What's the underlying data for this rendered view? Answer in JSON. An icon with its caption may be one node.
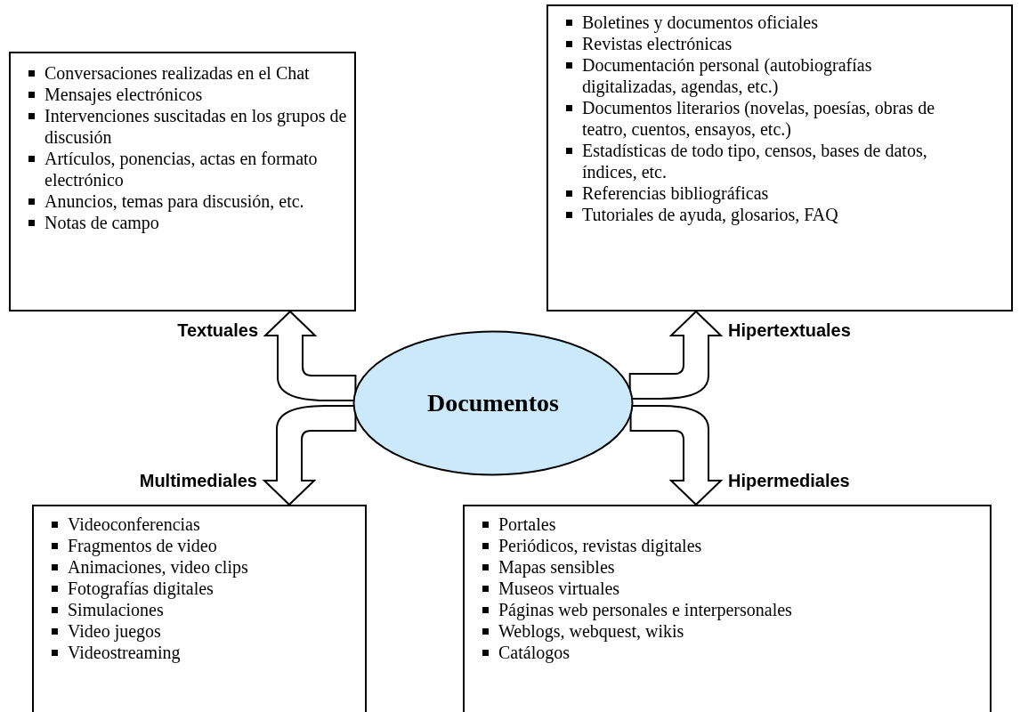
{
  "diagram": {
    "nodes": [
      {
        "text": [
          "Documentos"
        ]
      },
      {
        "text": [
          "Conversaciones realizadas en el Chat",
          "Mensajes electrónicos",
          "Intervenciones suscitadas en los grupos de discusión",
          "Artículos, ponencias, actas en formato electrónico",
          "Anuncios, temas para discusión, etc.",
          "Notas de campo"
        ]
      },
      {
        "text": [
          "Boletines y documentos oficiales",
          "Revistas electrónicas",
          "Documentación personal (autobiografías digitalizadas, agendas, etc.)",
          "Documentos literarios (novelas, poesías, obras de teatro, cuentos, ensayos, etc.)",
          "Estadísticas de todo tipo, censos, bases de datos, índices, etc.",
          "Referencias bibliográficas",
          "Tutoriales de ayuda, glosarios, FAQ"
        ]
      },
      {
        "text": [
          "Videoconferencias",
          "Fragmentos de video",
          "Animaciones, video clips",
          "Fotografías digitales",
          "Simulaciones",
          "Video juegos",
          "Videostreaming"
        ]
      },
      {
        "text": [
          "Portales",
          "Periódicos, revistas digitales",
          "Mapas sensibles",
          "Museos virtuales",
          "Páginas web personales e interpersonales",
          "Weblogs, webquest, wikis",
          "Catálogos"
        ]
      }
    ],
    "edges": [
      {
        "from": 0,
        "to": 1,
        "arrow": "to",
        "label": "Textuales"
      },
      {
        "from": 0,
        "to": 2,
        "arrow": "to",
        "label": "Hipertextuales"
      },
      {
        "from": 0,
        "to": 3,
        "arrow": "to",
        "label": "Multimediales"
      },
      {
        "from": 0,
        "to": 4,
        "arrow": "to",
        "label": "Hipermediales"
      }
    ]
  }
}
